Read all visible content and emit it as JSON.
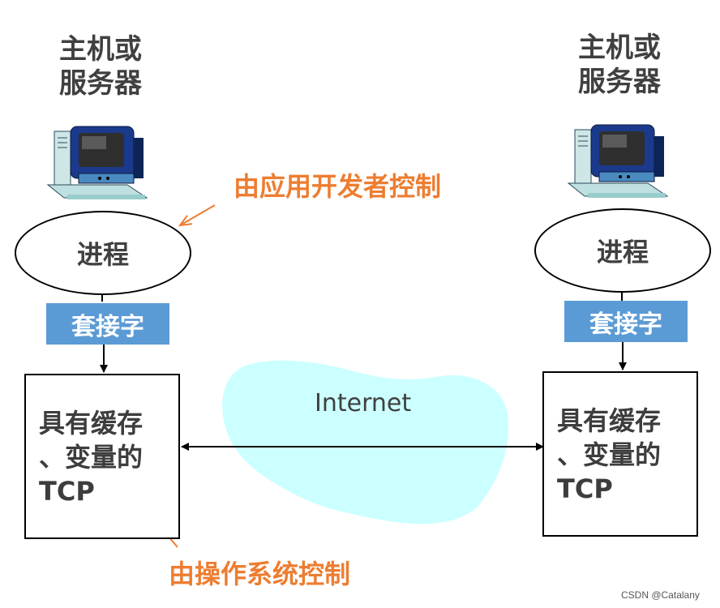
{
  "left_host": {
    "title_line1": "主机或",
    "title_line2": "服务器",
    "process": "进程",
    "socket": "套接字",
    "tcp_line1": "具有缓存",
    "tcp_line2": "、变量的",
    "tcp_line3": "TCP"
  },
  "right_host": {
    "title_line1": "主机或",
    "title_line2": "服务器",
    "process": "进程",
    "socket": "套接字",
    "tcp_line1": "具有缓存",
    "tcp_line2": "、变量的",
    "tcp_line3": "TCP"
  },
  "cloud": {
    "label": "Internet"
  },
  "annotations": {
    "app_controlled": "由应用开发者控制",
    "os_controlled": "由操作系统控制"
  },
  "watermark": "CSDN @Catalany",
  "colors": {
    "socket": "#5b9bd5",
    "annotation": "#ed7d31",
    "cloud": "#ccffff"
  },
  "icons": [
    "computer-icon"
  ]
}
